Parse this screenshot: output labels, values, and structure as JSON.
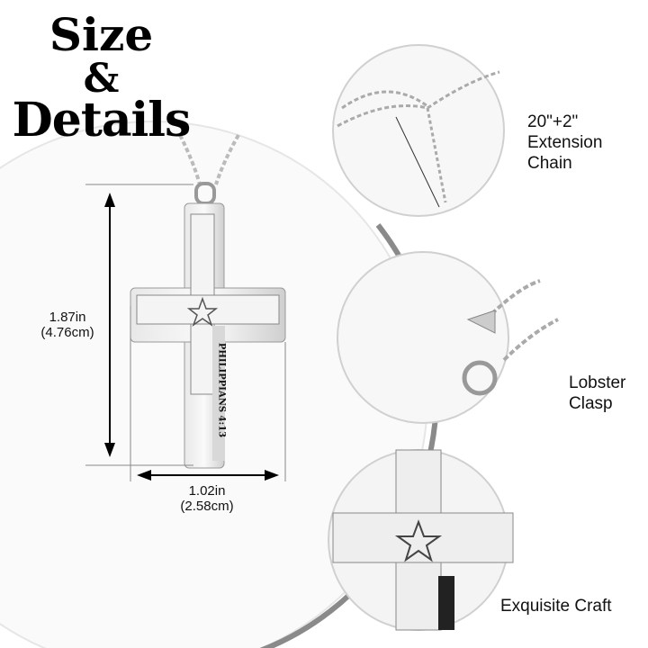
{
  "title": {
    "line1": "Size",
    "line2": "&",
    "line3": "Details"
  },
  "dimensions": {
    "height_in": "1.87in",
    "height_cm": "(4.76cm)",
    "width_in": "1.02in",
    "width_cm": "(2.58cm)"
  },
  "engraving": "PHILIPPIANS 4:13",
  "features": [
    {
      "line1": "20\"+2\"",
      "line2": "Extension",
      "line3": "Chain"
    },
    {
      "line1": "Lobster",
      "line2": "Clasp"
    },
    {
      "line1": "Exquisite Craft"
    }
  ]
}
